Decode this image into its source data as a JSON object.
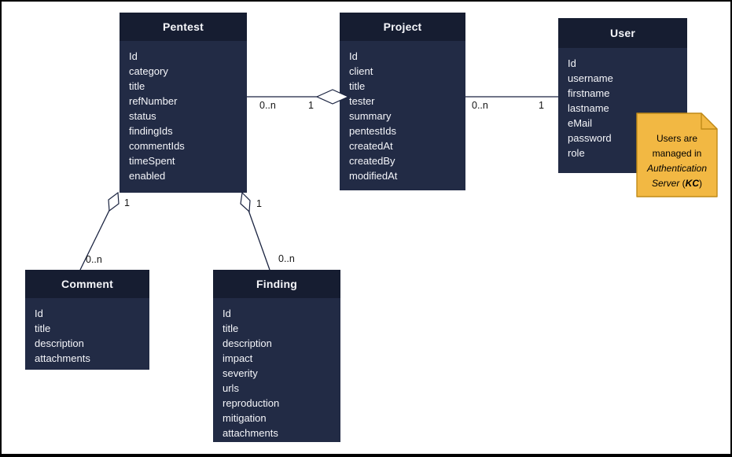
{
  "diagram_type": "uml-entity-relationship",
  "entities": [
    {
      "name": "Pentest",
      "fields": [
        "Id",
        "category",
        "title",
        "refNumber",
        "status",
        "findingIds",
        "commentIds",
        "timeSpent",
        "enabled"
      ]
    },
    {
      "name": "Project",
      "fields": [
        "Id",
        "client",
        "title",
        "tester",
        "summary",
        "pentestIds",
        "createdAt",
        "createdBy",
        "modifiedAt"
      ]
    },
    {
      "name": "User",
      "fields": [
        "Id",
        "username",
        "firstname",
        "lastname",
        "eMail",
        "password",
        "role"
      ]
    },
    {
      "name": "Comment",
      "fields": [
        "Id",
        "title",
        "description",
        "attachments"
      ]
    },
    {
      "name": "Finding",
      "fields": [
        "Id",
        "title",
        "description",
        "impact",
        "severity",
        "urls",
        "reproduction",
        "mitigation",
        "attachments"
      ]
    }
  ],
  "relationships": [
    {
      "source": "Pentest",
      "target": "Project",
      "source_card": "0..n",
      "target_card": "1",
      "style": "aggregation-diamond-at-target"
    },
    {
      "source": "Project",
      "target": "User",
      "source_card": "0..n",
      "target_card": "1",
      "style": "plain-line"
    },
    {
      "source": "Pentest",
      "target": "Comment",
      "source_card": "1",
      "target_card": "0..n",
      "style": "aggregation-diamond-at-source"
    },
    {
      "source": "Pentest",
      "target": "Finding",
      "source_card": "1",
      "target_card": "0..n",
      "style": "aggregation-diamond-at-source"
    }
  ],
  "note": {
    "line1": "Users are",
    "line2": "managed in",
    "line3": "Authentication",
    "line4_server": "Server",
    "line4_open": " (",
    "line4_kc": "KC",
    "line4_close": ")"
  },
  "colors": {
    "canvas_bg": "#ffffff",
    "canvas_border": "#000000",
    "entity_header": "#161d31",
    "entity_body": "#222b45",
    "entity_text": "#f5f6fa",
    "line_color": "#1a2340",
    "note_fill": "#f2b843",
    "note_border": "#c08a18",
    "label_text": "#141414"
  }
}
